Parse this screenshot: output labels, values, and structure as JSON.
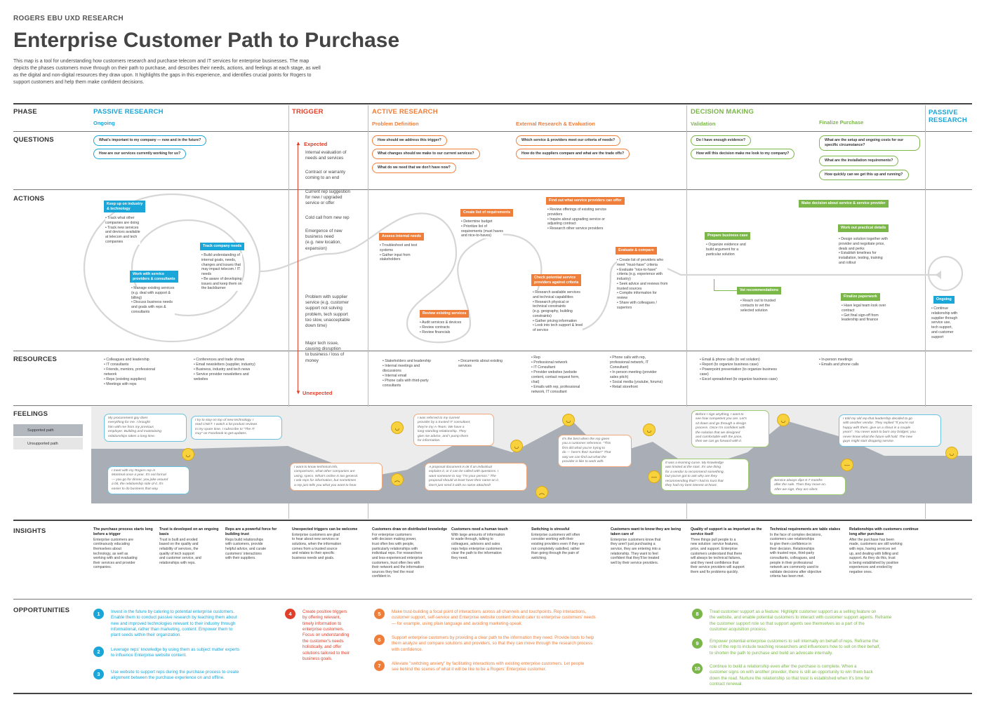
{
  "org": "ROGERS EBU UXD RESEARCH",
  "title": "Enterprise Customer Path to Purchase",
  "intro": "This map is a tool for understanding how customers research and purchase telecom and IT services for enterprise businesses. The map depicts the phases customers move through on their path to purchase, and describes their needs, actions, and feelings at each stage, as well as the digital and non-digital resources they draw upon. It highlights the gaps in this experience, and identifies crucial points for Rogers to support customers and help them make confident decisions.",
  "rows": {
    "phase": "PHASE",
    "questions": "QUESTIONS",
    "actions": "ACTIONS",
    "resources": "RESOURCES",
    "feelings": "FEELINGS",
    "insights": "INSIGHTS",
    "opportunities": "OPPORTUNITIES"
  },
  "legend": {
    "supported": "Supported path",
    "unsupported": "Unsupported path"
  },
  "phases": {
    "passive": "PASSIVE RESEARCH",
    "trigger": "TRIGGER",
    "active": "ACTIVE RESEARCH",
    "decision": "DECISION MAKING",
    "passive2": "PASSIVE RESEARCH"
  },
  "subphases": {
    "ongoing": "Ongoing",
    "problem": "Problem Definition",
    "external": "External Research & Evaluation",
    "validation": "Validation",
    "finalize": "Finalize Purchase"
  },
  "colors": {
    "blue": "#1aa6d8",
    "red": "#e0402a",
    "orange": "#ef7e3a",
    "green": "#7ab648"
  },
  "questions": {
    "p1": "What's important to my company — now and in the future?",
    "p2": "How are our services currently working for us?",
    "a1": "How should we address this trigger?",
    "a2": "What changes should we make to our current services?",
    "a3": "What do we need that we don't have now?",
    "a4": "Which service & providers meet our criteria of needs?",
    "a5": "How do the suppliers compare and what are the trade offs?",
    "d1": "Do I have enough evidence?",
    "d2": "How will this decision make me look to my company?",
    "d3": "What are the setup and ongoing costs for our specific circumstance?",
    "d4": "What are the installation requirements?",
    "d5": "How quickly can we get this up and running?"
  },
  "trigger": {
    "expected": "Expected",
    "unexpected": "Unexpected",
    "t1": "Internal evaluation of\nneeds and services",
    "t2": "Contract or warranty\ncoming to an end",
    "t3": "Current rep suggestion\nfor new / upgraded\nservice or offer",
    "t4": "Cold call from new rep",
    "t5": "Emergence of new\nbusiness need\n(e.g. new location,\nexpansion)",
    "t6": "Problem with supplier\nservice (e.g. customer\nsupport not solving\nproblem, tech support\ntoo slow, unacceptable\ndown time)",
    "t7": "Major tech issue,\ncausing disruption\nto business / loss of\nmoney"
  },
  "actions": {
    "keep": {
      "label": "Keep up on industry\n& technology",
      "text": "• Track what other\n  companies are doing\n• Track new services\n  and devices available\n  at telecom and tech\n  companies"
    },
    "track": {
      "label": "Track company needs",
      "text": "• Build understanding of\n  internal goals, needs,\n  changes and issues that\n  may impact telecom / IT\n  needs\n• Be aware of developing\n  issues and keep them on\n  the backburner"
    },
    "work": {
      "label": "Work with service\nproviders & consultants",
      "text": "• Manage existing services\n  (e.g. deal with support &\n  billing)\n• Discuss business needs\n  and goals with reps &\n  consultants"
    },
    "assess": {
      "label": "Assess internal needs",
      "text": "• Troubleshoot and test\n  systems\n• Gather input from\n  stakeholders"
    },
    "review": {
      "label": "Review existing services",
      "text": "• Audit services & devices\n• Review contracts\n• Review financials"
    },
    "create": {
      "label": "Create list of requirements",
      "text": "• Determine budget\n• Prioritize list of\n  requirements (must haves\n  and nice-to-haves)"
    },
    "find": {
      "label": "Find out what service providers can offer",
      "text": "• Review offerings of existing service\n  providers\n• Inquire about upgrading service or\n  adjusting contract\n• Research other service providers"
    },
    "check": {
      "label": "Check potential service\nproviders against criteria",
      "text": "• Research available services\n  and technical capabilities\n• Research physical or\n  technical constraints\n  (e.g. geography, building\n  constraints)\n• Gather pricing information\n• Look into tech support & level\n  of service"
    },
    "evaluate": {
      "label": "Evaluate & compare",
      "text": "• Create list of providers who\n  meet \"must-have\" criteria\n• Evaluate \"nice-to-have\"\n  criteria (e.g. experience with\n  industry)\n• Seek advice and reviews from\n  trusted sources\n• Compile information for\n  review\n• Share with colleagues /\n  superiors"
    },
    "prepare": {
      "label": "Prepare business case",
      "text": "• Organize evidence and\n  build argument for a\n  particular solution"
    },
    "vet": {
      "label": "Vet recommendations",
      "text": "• Reach out to trusted\n  contacts to vet the\n  selected solution"
    },
    "make": {
      "label": "Make decision about service & service provider"
    },
    "practical": {
      "label": "Work out practical details",
      "text": "• Design solution together with\n  provider and negotiate price,\n  deals and perks\n• Establish timelines for\n  installation, testing, training\n  and rollout"
    },
    "paperwork": {
      "label": "Finalize paperwork",
      "text": "• Have legal team look over\n  contract\n• Get final sign-off from\n  leadership and finance"
    },
    "ongoing": {
      "label": "Ongoing",
      "text": "• Continue\n  relationship with\n  supplier through\n  service use,\n  tech support,\n  and customer\n  support"
    }
  },
  "resources": {
    "r1": "• Colleagues and leadership\n• IT consultants\n• Friends, mentors, professional\n  network\n• Reps (existing suppliers)\n• Meetings with reps",
    "r2": "• Conferences and trade shows\n• Email newsletters (supplier, industry)\n• Business, industry and tech news\n• Service provider newsletters and\n  websites",
    "r3": "• Stakeholders and leadership\n• Internal meetings and\n  discussions\n• Internal email\n• Phone calls with third-party\n  consultants",
    "r4": "• Documents about existing\n  services",
    "r5": "• Rep\n• Professional network\n• IT Consultant\n• Provider websites (website\n  content, contact request form,\n  chat)\n• Emails with rep, professional\n  network, IT consultant",
    "r6": "• Phone calls with rep,\n  professional network, IT\n  Consultant)\n• In person meeting (provider\n  sales pitch)\n• Social media (youtube, forums)\n• Retail storefront",
    "r7": "• Email & phone calls (to vet solution)\n• Report (to organize business case)\n• Powerpoint presentation (to organize business\n  case)\n• Excel spreadsheet (to organize business case)",
    "r8": "• In-person meetings\n• Emails and phone calls"
  },
  "feelings": {
    "f1": "My procurement guy does\neverything for me. I brought\nhim with me from my previous\nemployer. Building and maintaining\nrelationships takes a long time.",
    "f2": "I try to stay on top of new technology. I\nread CNET. I watch a lot product reviews\nin my spare time. I subscribe to \"The IT\nGuy\" on Facebook to get updates.",
    "f3": "I meet with my Rogers rep in\nMontreal once a year. It's not formal\n— you go for dinner, you joke around\na bit, the relationship side of it. It's\neasier to do business that way.",
    "f4": "I want to know technical info,\ncomparisons, what other companies are\nusing, specs. What's online is too general.\nI ask reps for information, but sometimes\na rep just tells you what you want to hear.",
    "f5": "I was referred to my current\nprovider by a trusted IT consultant;\nthey're my A-Team. We have a\nlong-standing relationship. They\ngive me advice, and I pump them\nfor information.",
    "f6": "A proposal document is ok if an individual\nexplains it, or it can be called with questions. I\nwant someone to say \"I'm your person.\" The\nproposal should at least have their name on it.\nDon't just send it with no name attached!",
    "f7": "It's the best when the rep gives\nyou a customer reference. \"This\nfirm did what you're trying to\ndo — here's their number!\" That\nway we can find out what the\nprovider is like to work with.",
    "f8": "Before I sign anything, I want to\nsee how competent you are. Let's\nsit down and go through a design\nprocess. Once I'm confident with\nthe solution that we designed\nand comfortable with the price,\nthen we can go forward with it.",
    "f9": "It was a learning curve. My knowledge\nwas limited at the start. It's one thing\nfor a vendor to recommend something,\nbut you've got to ask why are they\nrecommending that? I had to trust that\nthey had my best interest at heart.",
    "f10": "I told my old rep that leadership decided to go\nwith another vendor. They replied \"If you're not\nhappy with them, give us a shout in a couple\nyears\". You never want to burn any bridges; you\nnever know what the future will hold. The new\nguys might start dropping service.",
    "f11": "Service always dips 6-7 months\nafter the sale. Then they move on.\nAfter we sign, they are silent."
  },
  "insights": [
    {
      "t": "The purchase process starts long before a trigger",
      "d": "Enterprise customers are\ncontinuously educating\nthemselves about\ntechnology, as well as\nworking with and evaluating\ntheir services and provider\ncompanies."
    },
    {
      "t": "Trust is developed on an ongoing basis",
      "d": "Trust is built and eroded\nbased on the quality and\nreliability of services, the\nquality of tech support\nand customer service, and\nrelationships with reps."
    },
    {
      "t": "Reps are a powerful force for building trust",
      "d": "Reps build relationships\nwith customers, provide\nhelpful advice, and curate\ncustomers' interactions\nwith their suppliers."
    },
    {
      "t": "Unexpected triggers can be welcome",
      "d": "Enterprise customers are glad\nto hear about new services or\nsolutions, when the information\ncomes from a trusted source\nand relates to their specific\nbusiness needs and goals."
    },
    {
      "t": "Customers draw on distributed knowledge",
      "d": "For enterprise customers\nwith decision making power,\ntrust often lies with people,\nparticularly relationships with\nindividual reps. For researchers\nand less-experienced enterprise\ncustomers, trust often lies with\ntheir network and the information\nsources they feel the most\nconfident in."
    },
    {
      "t": "Customers need a human touch",
      "d": "With large amounts of information\nto wade through, talking to\ncolleagues, advisors and sales\nreps helps enterprise customers\nclear the path to the information\nthey need."
    },
    {
      "t": "Switching is stressful",
      "d": "Enterprise customers will often\nconsider working with their\nexisting providers even if they are\nnot completely satisfied, rather\nthan going through the pain of\nswitching."
    },
    {
      "t": "Customers want to know they are being taken care of",
      "d": "Enterprise customers know that\nthey aren't just purchasing a\nservice, they are entering into a\nrelationship. They want to feel\nconfident that they'll be treated\nwell by their service providers."
    },
    {
      "t": "Quality of support is as important as the service itself",
      "d": "Three things pull people to a\nnew solution: service features,\nprice, and support. Enterprise\ncustomers understand that there\nwill always be technical failures,\nand they need confidence that\ntheir service providers will support\nthem and fix problems quickly."
    },
    {
      "t": "Technical requirements are table stakes",
      "d": "In the face of complex decisions,\ncustomers use relationships\nto give them confidence in\ntheir decision. Relationships\nwith trusted reps, third-party\nconsultants, colleagues, and\npeople in their professional\nnetwork are commonly used to\nvalidate decisions after objective\ncriteria has been met."
    },
    {
      "t": "Relationships with customers continue long after purchase",
      "d": "After the purchase has been\nmade, customers are still working\nwith reps, having services set\nup, and dealing with billing and\nsupport. As they do this, trust\nis being established by positive\nexperiences and eroded by\nnegative ones."
    }
  ],
  "opportunities": [
    {
      "n": "1",
      "t": "Invest in the future by catering to potential enterprise customers.\nEnable them to conduct passive research by teaching them about\nnew and improved technologies relevant to their industry through\ninformational, rather than marketing, content. Empower them to\nplant seeds within their organization."
    },
    {
      "n": "2",
      "t": "Leverage reps' knowledge by using them as subject matter experts\nto influence Enterprise website content."
    },
    {
      "n": "3",
      "t": "Use website to support reps during the purchase process to create\nalignment between the purchase experience on and offline."
    },
    {
      "n": "4",
      "t": "Create positive triggers\nby offering relevant,\ntimely information to\nenterprise customers.\nFocus on understanding\nthe customer's needs\nholistically, and offer\nsolutions tailored to their\nbusiness goals."
    },
    {
      "n": "5",
      "t": "Make trust-building a focal point of interactions across all channels and touchpoints. Rep interactions,\ncustomer support, self-service and Enterprise website content should cater to enterprise customers' needs\n— for example, using plain language and avoiding marketing-speak."
    },
    {
      "n": "6",
      "t": "Support enterprise customers by providing a clear path to the information they need. Provide tools to help\nthem analyze and compare solutions and providers, so that they can move through the research process\nwith confidence."
    },
    {
      "n": "7",
      "t": "Alleviate \"switching anxiety\" by facilitating interactions with existing enterprise customers. Let people\nsee behind the scenes of what it will be like to be a Rogers' Enterprise customer."
    },
    {
      "n": "8",
      "t": "Treat customer support as a feature. Highlight customer support as a selling feature on\nthe website, and enable potential customers to interact with customer support agents. Reframe\nthe customer support role so that support agents see themselves as a part of the\ncustomer acquisition process."
    },
    {
      "n": "9",
      "t": "Empower potential enterprise customers to sell internally on behalf of reps. Reframe the\nrole of the rep to include teaching researchers and influencers how to sell on their behalf,\nto shorten the path to purchase and build an advocate internally."
    },
    {
      "n": "10",
      "t": "Continue to build a relationship even after the purchase is complete. When a\ncustomer signs on with another provider, there is still an opportunity to win them back\ndown the road. Nurture the relationship so that trust is established when it's time for\ncontract renewal."
    }
  ]
}
